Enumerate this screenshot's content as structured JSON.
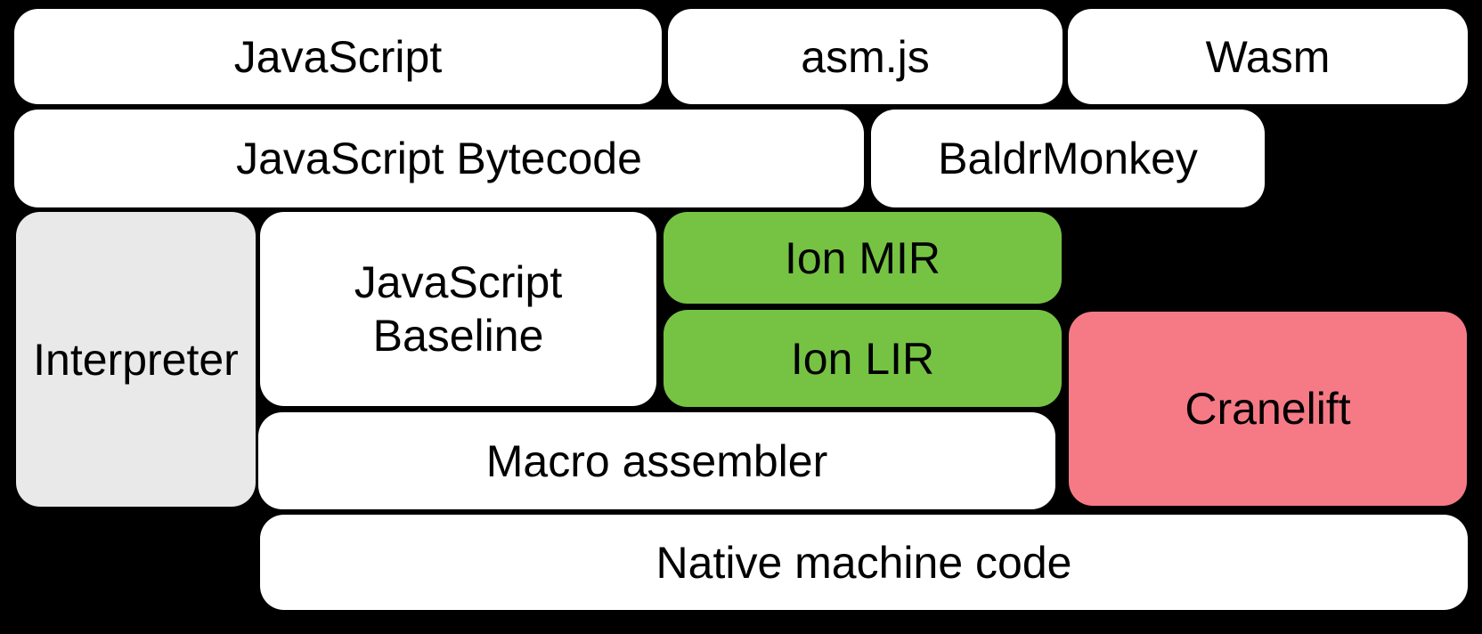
{
  "diagram": {
    "background_color": "#000000",
    "text_color": "#000000",
    "colors": {
      "box_default": "#ffffff",
      "box_interpreter_gray": "#e9e9e9",
      "box_ion_green": "#76c344",
      "box_cranelift_pink": "#f57a86"
    },
    "boxes": {
      "javascript": {
        "label": "JavaScript"
      },
      "asmjs": {
        "label": "asm.js"
      },
      "wasm": {
        "label": "Wasm"
      },
      "bytecode": {
        "label": "JavaScript Bytecode"
      },
      "baldrmonkey": {
        "label": "BaldrMonkey"
      },
      "interpreter": {
        "label": "Interpreter"
      },
      "baseline": {
        "label": "JavaScript\nBaseline"
      },
      "ion_mir": {
        "label": "Ion MIR"
      },
      "ion_lir": {
        "label": "Ion LIR"
      },
      "cranelift": {
        "label": "Cranelift"
      },
      "macro_assembler": {
        "label": "Macro assembler"
      },
      "native_machine_code": {
        "label": "Native machine code"
      }
    }
  }
}
